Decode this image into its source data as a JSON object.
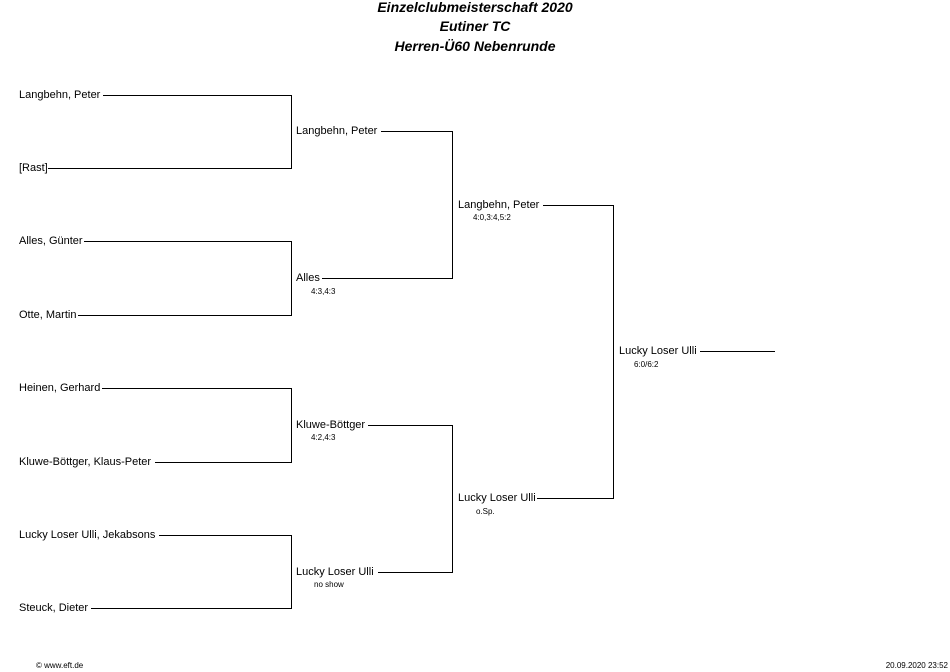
{
  "header": {
    "title": "Einzelclubmeisterschaft 2020",
    "club": "Eutiner TC",
    "event": "Herren-Ü60 Nebenrunde"
  },
  "round1": [
    "Langbehn, Peter",
    "[Rast]",
    "Alles, Günter",
    "Otte, Martin",
    "Heinen, Gerhard",
    "Kluwe-Böttger, Klaus-Peter",
    "Lucky Loser Ulli, Jekabsons",
    "Steuck, Dieter"
  ],
  "round2": [
    {
      "name": "Langbehn, Peter",
      "score": ""
    },
    {
      "name": "Alles",
      "score": "4:3,4:3"
    },
    {
      "name": "Kluwe-Böttger",
      "score": "4:2,4:3"
    },
    {
      "name": "Lucky Loser Ulli",
      "score": "no show"
    }
  ],
  "round3": [
    {
      "name": "Langbehn, Peter",
      "score": "4:0,3:4,5:2"
    },
    {
      "name": "Lucky Loser Ulli",
      "score": "o.Sp."
    }
  ],
  "final": {
    "name": "Lucky Loser Ulli",
    "score": "6:0/6:2"
  },
  "footer": {
    "copyright": "© www.eft.de",
    "timestamp": "20.09.2020 23:52"
  }
}
